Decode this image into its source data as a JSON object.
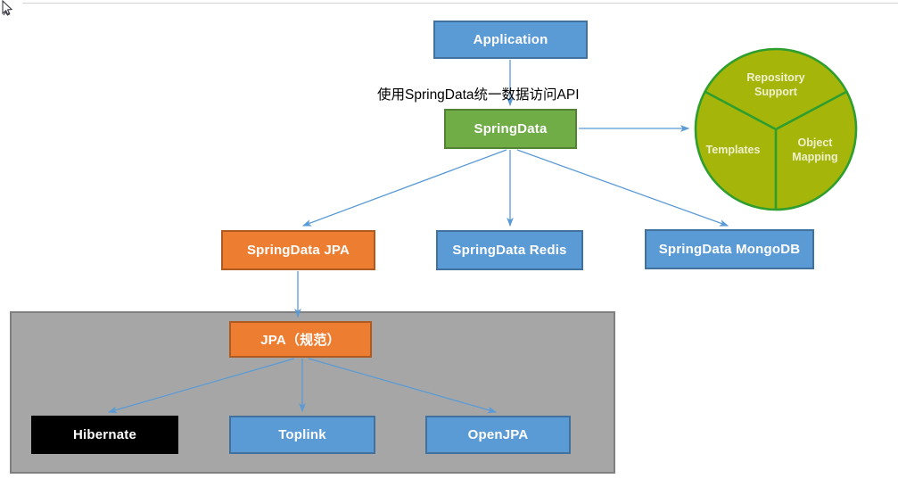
{
  "diagram": {
    "caption": "使用SpringData统一数据访问API",
    "nodes": {
      "application": {
        "label": "Application"
      },
      "springdata": {
        "label": "SpringData"
      },
      "springdata_jpa": {
        "label": "SpringData JPA"
      },
      "springdata_redis": {
        "label": "SpringData Redis"
      },
      "springdata_mongodb": {
        "label": "SpringData MongoDB"
      },
      "jpa_spec": {
        "label": "JPA（规范）"
      },
      "hibernate": {
        "label": "Hibernate"
      },
      "toplink": {
        "label": "Toplink"
      },
      "openjpa": {
        "label": "OpenJPA"
      }
    },
    "pie": {
      "segments": [
        "Repository Support",
        "Templates",
        "Object Mapping"
      ]
    },
    "colors": {
      "node_blue": "#5b9bd5",
      "node_blue_border": "#41719c",
      "node_green": "#70ad47",
      "node_green_border": "#548235",
      "node_orange": "#ed7d31",
      "node_orange_border": "#ae5a21",
      "node_black": "#000000",
      "panel_gray": "#a6a6a6",
      "panel_gray_border": "#7f7f7f",
      "arrow_blue": "#5b9bd5",
      "pie_fill": "#a6b509",
      "pie_border": "#2e9e2e",
      "pie_text": "#eef0ce"
    }
  }
}
